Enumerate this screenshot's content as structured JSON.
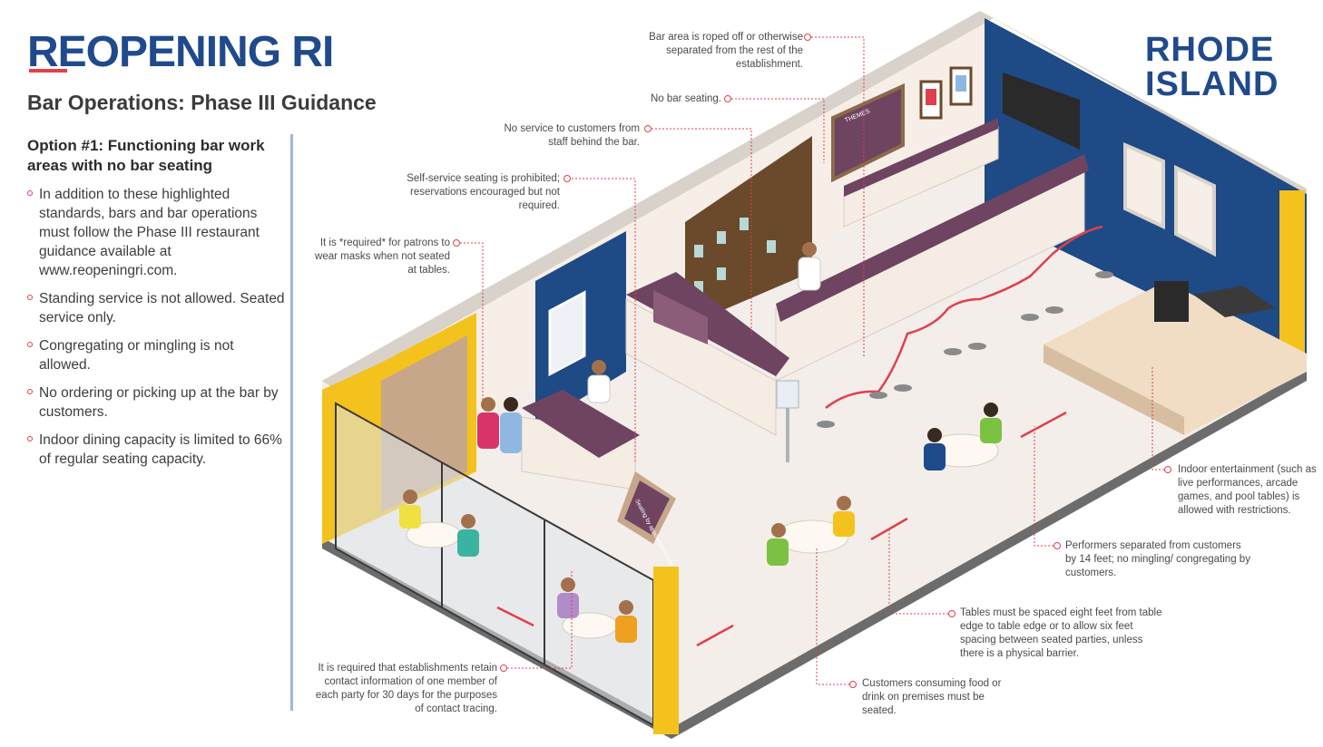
{
  "header": {
    "title": "REOPENING RI",
    "subtitle": "Bar Operations: Phase III Guidance",
    "logo_line1": "RHODE",
    "logo_line2": "ISLAND"
  },
  "sidebar": {
    "heading": "Option #1: Functioning bar work areas with no bar seating",
    "bullets": [
      "In addition to these highlighted standards, bars and bar operations must follow the Phase III restaurant guidance available at www.reopeningri.com.",
      "Standing service is not allowed. Seated service only.",
      "Congregating or mingling is not allowed.",
      "No ordering or picking up at the bar by customers.",
      "Indoor dining capacity is limited to 66% of regular seating capacity."
    ]
  },
  "callouts": {
    "roped_off": "Bar area is roped off or otherwise separated from the rest of the establishment.",
    "no_bar_seating": "No bar seating.",
    "no_service": "No service to customers from staff behind the bar.",
    "self_service": "Self-service seating is prohibited; reservations encouraged but not required.",
    "masks": "It is *required* for patrons to wear masks when not seated at tables.",
    "contact_info": "It is required that establishments retain contact information of one member of each party for 30 days for the purposes of contact tracing.",
    "entertainment": "Indoor entertainment (such as live performances, arcade games, and pool tables) is allowed with restrictions.",
    "performers": "Performers separated from customers by 14 feet; no mingling/ congregating by customers.",
    "tables": "Tables must be spaced eight feet from table edge to table edge or to allow six feet spacing between seated parties, unless there is a physical barrier.",
    "seated": "Customers consuming food or drink on premises must be seated."
  },
  "scene": {
    "menu_board": "THEMES",
    "sandwich_sign": "Seating by appointment only"
  },
  "colors": {
    "brand_blue": "#1f4a8c",
    "accent_red": "#e0404c",
    "wall_blue": "#1e4a85",
    "bar_plum": "#6e4460",
    "floor": "#f3eeea",
    "yellow": "#f4c21d"
  }
}
